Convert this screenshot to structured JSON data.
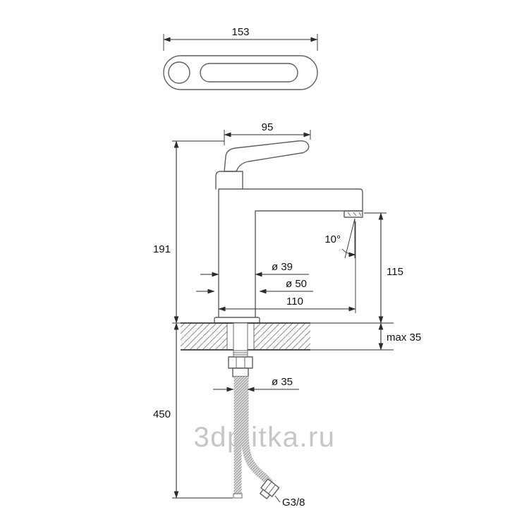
{
  "watermark": "3dplitka.ru",
  "dimensions": {
    "lever_length_top": "153",
    "spout_projection": "95",
    "body_height": "191",
    "stream_angle": "10°",
    "outlet_height": "115",
    "body_diameter": "ø 39",
    "base_diameter": "ø 50",
    "total_depth": "110",
    "max_deck_thickness": "max 35",
    "hose_length": "450",
    "hole_diameter": "ø 35",
    "connection_thread": "G3/8"
  }
}
